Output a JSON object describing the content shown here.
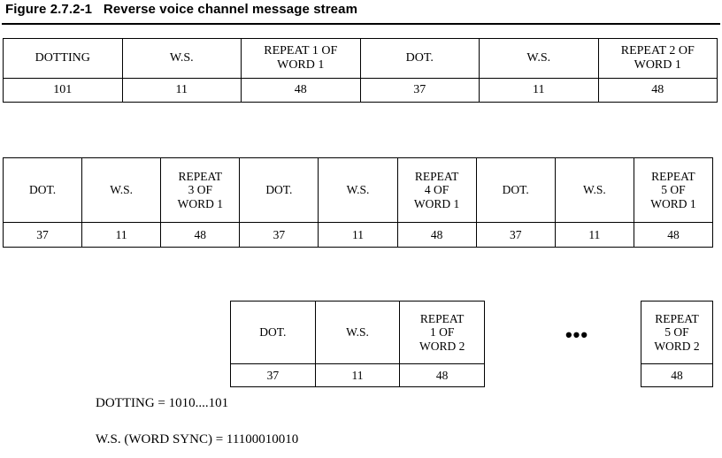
{
  "figure": {
    "title": "Figure 2.7.2-1   Reverse voice channel message stream"
  },
  "tables": {
    "row1": {
      "headers": [
        "DOTTING",
        "W.S.",
        "REPEAT 1 OF\nWORD 1",
        "DOT.",
        "W.S.",
        "REPEAT 2 OF\nWORD 1"
      ],
      "values": [
        "101",
        "11",
        "48",
        "37",
        "11",
        "48"
      ]
    },
    "row2": {
      "headers": [
        "DOT.",
        "W.S.",
        "REPEAT\n3 OF\nWORD 1",
        "DOT.",
        "W.S.",
        "REPEAT\n4 OF\nWORD 1",
        "DOT.",
        "W.S.",
        "REPEAT\n5 OF\nWORD 1"
      ],
      "values": [
        "37",
        "11",
        "48",
        "37",
        "11",
        "48",
        "37",
        "11",
        "48"
      ]
    },
    "row3": {
      "headers": [
        "DOT.",
        "W.S.",
        "REPEAT\n1 OF\nWORD 2"
      ],
      "values": [
        "37",
        "11",
        "48"
      ]
    },
    "row3_tail": {
      "headers": [
        "REPEAT\n5 OF\nWORD 2"
      ],
      "values": [
        "48"
      ]
    }
  },
  "separator": {
    "ellipsis": "•••"
  },
  "footnotes": [
    "DOTTING = 1010....101",
    "W.S. (WORD SYNC) = 11100010010"
  ]
}
